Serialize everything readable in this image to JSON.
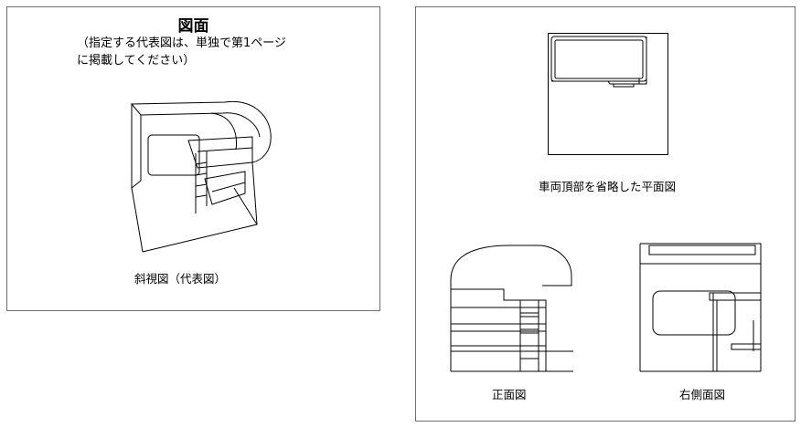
{
  "header": {
    "title": "図面",
    "note_line1": "（指定する代表図は、単独で第1ページ",
    "note_line2": "に掲載してください）"
  },
  "figures": {
    "perspective": "斜視図（代表図）",
    "plan": "車両頂部を省略した平面図",
    "front": "正面図",
    "right_side": "右側面図"
  }
}
